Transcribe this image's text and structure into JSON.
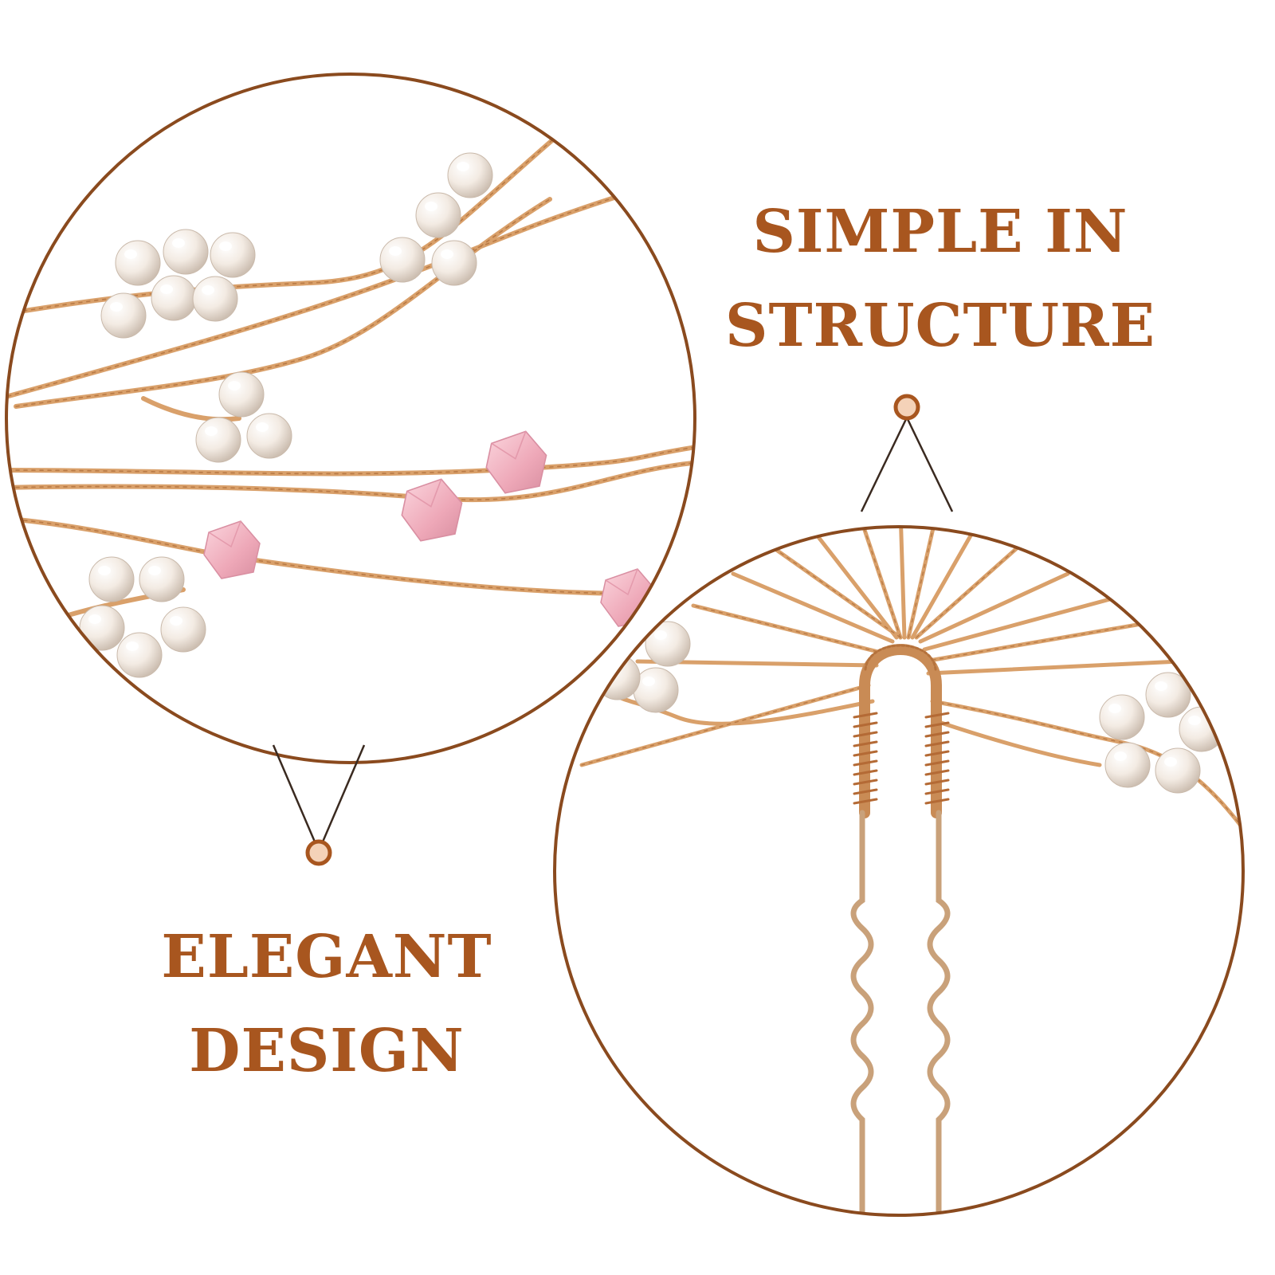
{
  "captions": {
    "elegant": {
      "line1": "ELEGANT",
      "line2": "DESIGN"
    },
    "simple": {
      "line1": "SIMPLE IN",
      "line2": "STRUCTURE"
    }
  },
  "colors": {
    "accent": "#a8561f",
    "ring": "#8a4a1e",
    "wire": "#d9a06a",
    "wire_dark": "#b97a45",
    "pearl": "#f6efe7",
    "crystal": "#f1b7c4",
    "dot_fill": "#f4d2b8"
  },
  "icons": {
    "pearl": "pearl-bead",
    "crystal": "pink-crystal-bead",
    "pin": "u-shaped-hair-pin"
  }
}
